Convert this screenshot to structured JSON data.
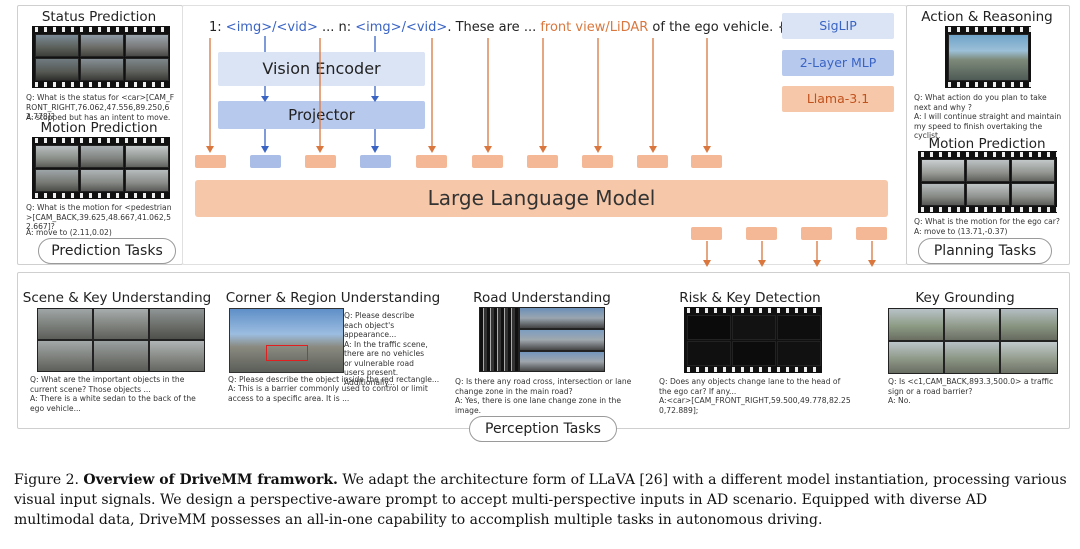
{
  "prompt": {
    "p1": "1: ",
    "img1": "<img>/<vid>",
    "p2": " ... n: ",
    "img2": "<img>/<vid>",
    "p3": ". These are ... ",
    "persp": "front view/LiDAR",
    "p4": " of the ego vehicle. {question}?"
  },
  "model": {
    "vision_encoder": "Vision Encoder",
    "projector": "Projector",
    "llm": "Large Language Model",
    "legend": [
      "SigLIP",
      "2-Layer MLP",
      "Llama-3.1"
    ]
  },
  "prediction": {
    "status_title": "Status Prediction",
    "status_q": "Q: What is the status for <car>[CAM_FRONT_RIGHT,76.062,47.556,89.250,62.778]?",
    "status_a": "A:  stopped but has an intent to move.",
    "motion_title": "Motion Prediction",
    "motion_q": "Q: What is the motion for <pedestrian>[CAM_BACK,39.625,48.667,41.062,52.667]?",
    "motion_a": "A:  move to (2.11,0.02)",
    "label": "Prediction Tasks"
  },
  "planning": {
    "action_title": "Action & Reasoning",
    "action_q": "Q: What action do you plan to take next  and why ?",
    "action_a": "A:  I will continue straight and maintain my speed to finish overtaking the cyclist.",
    "motion_title": "Motion Prediction",
    "motion_q": "Q: What is the motion for the ego car?",
    "motion_a": "A:  move to (13.71,-0.37)",
    "label": "Planning Tasks"
  },
  "perception": {
    "label": "Perception Tasks",
    "tasks": [
      {
        "title": "Scene & Key Understanding",
        "q": "Q: What are the important objects in the current scene? Those objects ...",
        "a": "A: There is a white sedan to the back of the ego vehicle..."
      },
      {
        "title": "Corner & Region Understanding",
        "bubble": "Q: Please describe each object's appearance...\nA: In the traffic scene, there are no vehicles or vulnerable road users present. Additionally...",
        "q": "Q: Please describe the object inside the red rectangle...",
        "a": "A: This is a barrier commonly used to control or limit access to a specific area. It is ..."
      },
      {
        "title": "Road Understanding",
        "q": "Q: Is there any road cross, intersection or lane change zone in the main road?",
        "a": "A: Yes, there is one lane change zone in the image."
      },
      {
        "title": "Risk & Key Detection",
        "q": "Q: Does any objects change lane to the head of the ego car? If any...",
        "a": "A:<car>[CAM_FRONT_RIGHT,59.500,49.778,82.250,72.889];"
      },
      {
        "title": "Key Grounding",
        "q": "Q: Is <c1,CAM_BACK,893.3,500.0> a traffic sign or a road barrier?",
        "a": "A: No."
      }
    ]
  },
  "caption": {
    "prefix": "Figure 2.  ",
    "bold": "Overview of DriveMM framwork.",
    "body": "  We adapt the architecture form of LLaVA [26] with a different model instantiation, processing various visual input signals. We design a perspective-aware prompt to accept multi-perspective inputs in AD scenario. Equipped with diverse AD multimodal data, DriveMM possesses an all-in-one capability to accomplish multiple tasks in autonomous driving."
  },
  "colors": {
    "orange": "#d9773e",
    "blue": "#3a64c4",
    "llm_fill": "#f6c7a8",
    "vision_fill": "#dbe4f5",
    "projector_fill": "#b8c9ee"
  }
}
